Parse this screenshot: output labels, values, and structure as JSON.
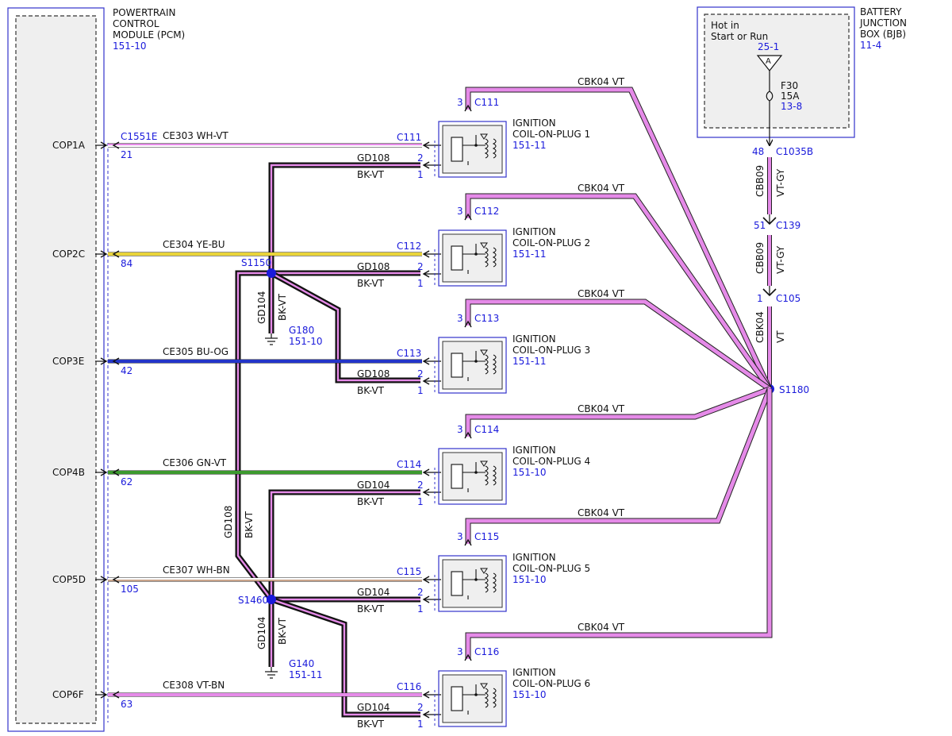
{
  "colors": {
    "violet": "#e58ae8",
    "yellow": "#e9d43a",
    "blue": "#2335c9",
    "green": "#3c9a2e",
    "box_border": "#3333cc",
    "ref_blue": "#1a1adb",
    "box_fill": "#efefef"
  },
  "pcm": {
    "title1": "POWERTRAIN",
    "title2": "CONTROL",
    "title3": "MODULE (PCM)",
    "ref": "151-10"
  },
  "bjb": {
    "title1": "BATTERY",
    "title2": "JUNCTION",
    "title3": "BOX (BJB)",
    "ref": "11-4",
    "hot1": "Hot in",
    "hot2": "Start or Run",
    "bus_ref": "25-1",
    "bus_letter": "A",
    "fuse_name": "F30",
    "fuse_amps": "15A",
    "fuse_ref": "13-8"
  },
  "feed": {
    "c1035_pin": "48",
    "c1035": "C1035B",
    "w1_circuit": "CBB09",
    "w1_color": "VT-GY",
    "c139_pin": "51",
    "c139": "C139",
    "w2_circuit": "CBB09",
    "w2_color": "VT-GY",
    "c105_pin": "1",
    "c105": "C105",
    "w3_circuit": "CBK04",
    "w3_color": "VT",
    "splice": "S1180"
  },
  "pcm_connector": "C1551E",
  "coils": [
    {
      "pin": "COP1A",
      "pcm_pin": "21",
      "circuit": "CE303",
      "color": "WH-VT",
      "conn": "C111",
      "pin2": "2",
      "pin1": "1",
      "pin3": "3",
      "gd": "GD108",
      "gd_color": "BK-VT",
      "feed": "CBK04",
      "feed_color": "VT",
      "title1": "IGNITION",
      "title2": "COIL-ON-PLUG 1",
      "ref": "151-11"
    },
    {
      "pin": "COP2C",
      "pcm_pin": "84",
      "circuit": "CE304",
      "color": "YE-BU",
      "conn": "C112",
      "pin2": "2",
      "pin1": "1",
      "pin3": "3",
      "gd": "GD108",
      "gd_color": "BK-VT",
      "feed": "CBK04",
      "feed_color": "VT",
      "title1": "IGNITION",
      "title2": "COIL-ON-PLUG 2",
      "ref": "151-11"
    },
    {
      "pin": "COP3E",
      "pcm_pin": "42",
      "circuit": "CE305",
      "color": "BU-OG",
      "conn": "C113",
      "pin2": "2",
      "pin1": "1",
      "pin3": "3",
      "gd": "GD108",
      "gd_color": "BK-VT",
      "feed": "CBK04",
      "feed_color": "VT",
      "title1": "IGNITION",
      "title2": "COIL-ON-PLUG 3",
      "ref": "151-11"
    },
    {
      "pin": "COP4B",
      "pcm_pin": "62",
      "circuit": "CE306",
      "color": "GN-VT",
      "conn": "C114",
      "pin2": "2",
      "pin1": "1",
      "pin3": "3",
      "gd": "GD104",
      "gd_color": "BK-VT",
      "feed": "CBK04",
      "feed_color": "VT",
      "title1": "IGNITION",
      "title2": "COIL-ON-PLUG 4",
      "ref": "151-10"
    },
    {
      "pin": "COP5D",
      "pcm_pin": "105",
      "circuit": "CE307",
      "color": "WH-BN",
      "conn": "C115",
      "pin2": "2",
      "pin1": "1",
      "pin3": "3",
      "gd": "GD104",
      "gd_color": "BK-VT",
      "feed": "CBK04",
      "feed_color": "VT",
      "title1": "IGNITION",
      "title2": "COIL-ON-PLUG 5",
      "ref": "151-10"
    },
    {
      "pin": "COP6F",
      "pcm_pin": "63",
      "circuit": "CE308",
      "color": "VT-BN",
      "conn": "C116",
      "pin2": "2",
      "pin1": "1",
      "pin3": "3",
      "gd": "GD104",
      "gd_color": "BK-VT",
      "feed": "CBK04",
      "feed_color": "VT",
      "title1": "IGNITION",
      "title2": "COIL-ON-PLUG 6",
      "ref": "151-10"
    }
  ],
  "splices": {
    "s1150": "S1150",
    "s1460": "S1460",
    "g180_circuit": "GD104",
    "g180_color": "BK-VT",
    "g180": "G180",
    "g180_ref": "151-10",
    "g140_circuit": "GD104",
    "g140_color": "BK-VT",
    "g140": "G140",
    "g140_ref": "151-11",
    "trunk_circuit": "GD108",
    "trunk_color": "BK-VT"
  }
}
